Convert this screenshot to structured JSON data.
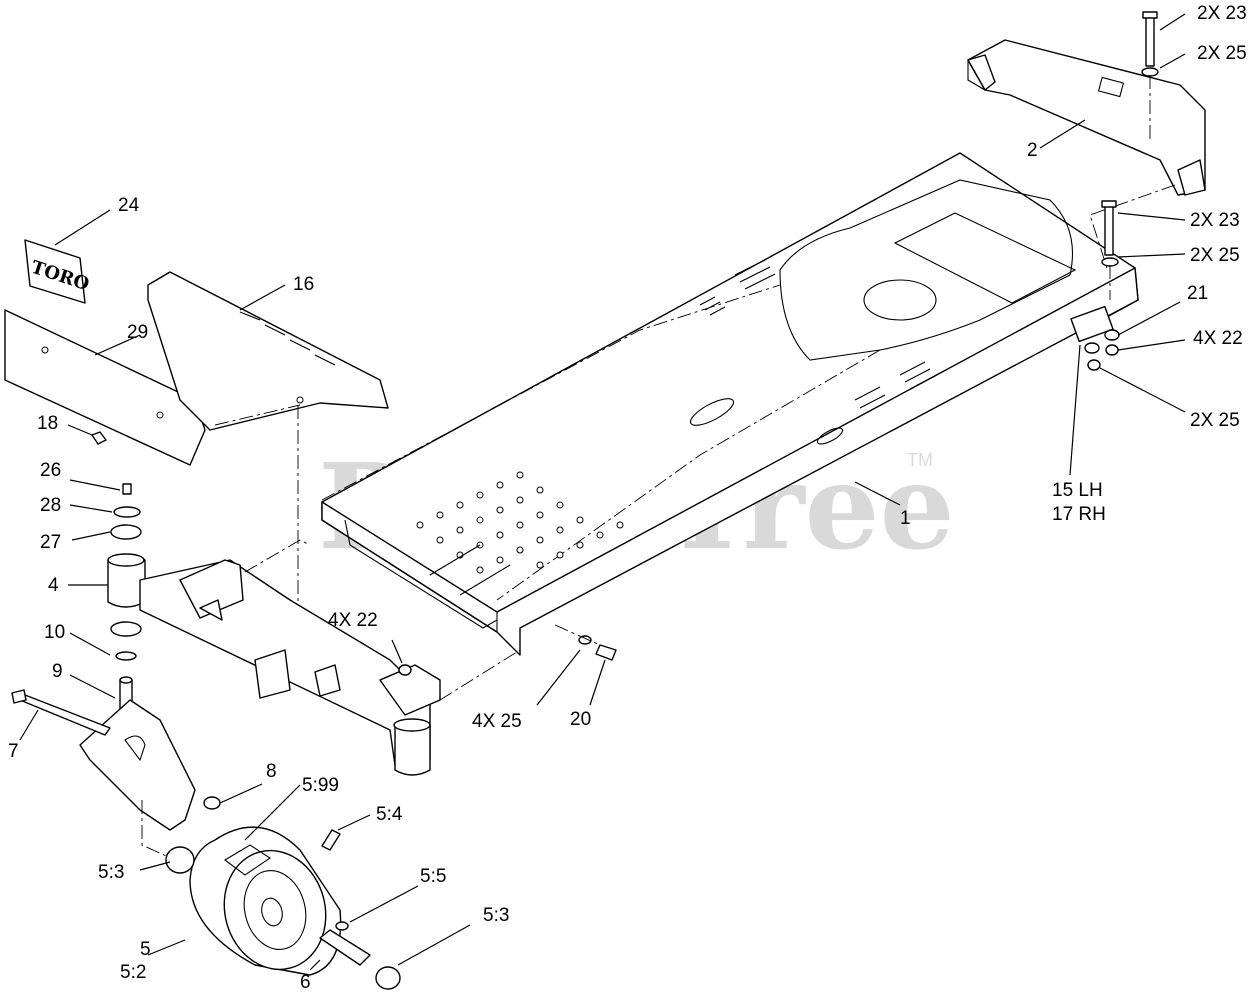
{
  "watermark": {
    "text": "PartsTree",
    "tm": "TM"
  },
  "logo_text": "TORO",
  "callouts": {
    "c_2x23_top": "2X 23",
    "c_2x25_top": "2X 25",
    "c_2": "2",
    "c_24": "24",
    "c_16": "16",
    "c_29": "29",
    "c_2x23_mid": "2X 23",
    "c_2x25_mid": "2X 25",
    "c_21": "21",
    "c_4x22_right": "4X 22",
    "c_2x25_right": "2X 25",
    "c_15": "15  LH",
    "c_17": "17  RH",
    "c_1": "1",
    "c_18": "18",
    "c_26": "26",
    "c_28": "28",
    "c_27": "27",
    "c_4": "4",
    "c_10": "10",
    "c_9": "9",
    "c_7": "7",
    "c_4x22_left": "4X 22",
    "c_4x25": "4X 25",
    "c_20": "20",
    "c_8": "8",
    "c_5_99": "5:99",
    "c_5_4": "5:4",
    "c_5_5": "5:5",
    "c_5_3_left": "5:3",
    "c_5_3_right": "5:3",
    "c_5": "5",
    "c_5_2": "5:2",
    "c_6": "6"
  }
}
